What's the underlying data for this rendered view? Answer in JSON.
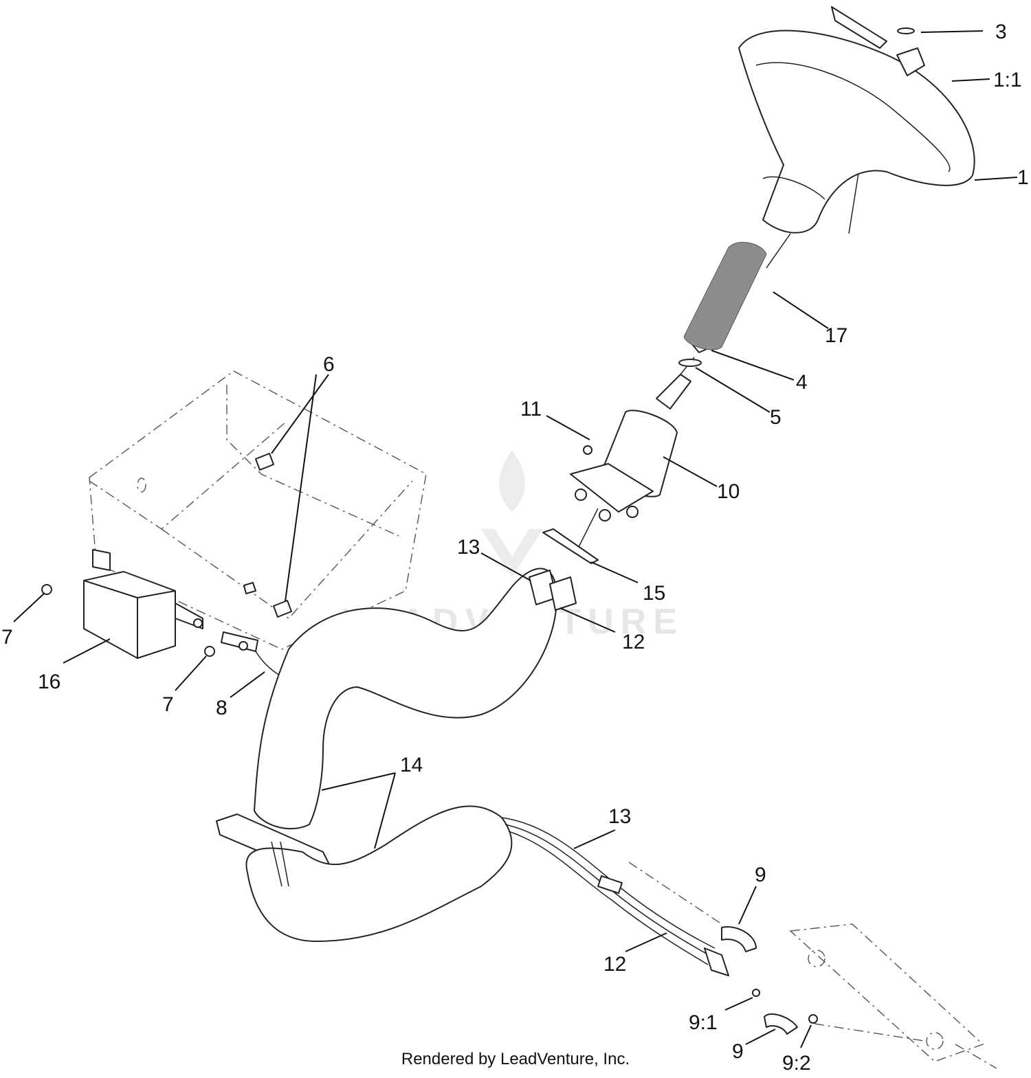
{
  "watermark": {
    "text": "LEADVENTURE"
  },
  "footer": {
    "credit": "Rendered by LeadVenture, Inc."
  },
  "callouts": {
    "c1": "1",
    "c1_1": "1:1",
    "c3": "3",
    "c4": "4",
    "c5": "5",
    "c6": "6",
    "c7a": "7",
    "c7b": "7",
    "c8": "8",
    "c9a": "9",
    "c9b": "9",
    "c9_1": "9:1",
    "c9_2": "9:2",
    "c10": "10",
    "c11": "11",
    "c12a": "12",
    "c12b": "12",
    "c13a": "13",
    "c13b": "13",
    "c14": "14",
    "c15": "15",
    "c16": "16",
    "c17": "17"
  }
}
